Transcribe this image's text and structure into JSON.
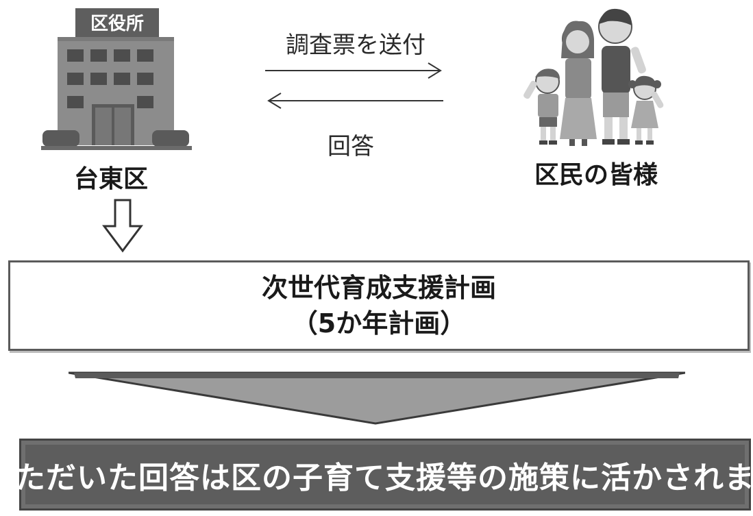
{
  "office": {
    "sign": "区役所",
    "label": "台東区"
  },
  "citizens": {
    "label": "区民の皆様"
  },
  "flow": {
    "send_label": "調査票を送付",
    "answer_label": "回答"
  },
  "plan": {
    "line1": "次世代育成支援計画",
    "line2": "（5か年計画）"
  },
  "result": {
    "text": "いただいた回答は区の子育て支援等の施策に活かされます"
  },
  "icons": {
    "office": "ward-office-building-icon",
    "family": "family-icon",
    "down": "hollow-down-arrow-icon"
  },
  "colors": {
    "banner": "#5d5d5d",
    "building": "#8a8a8a",
    "funnel": "#9c9c9c"
  }
}
